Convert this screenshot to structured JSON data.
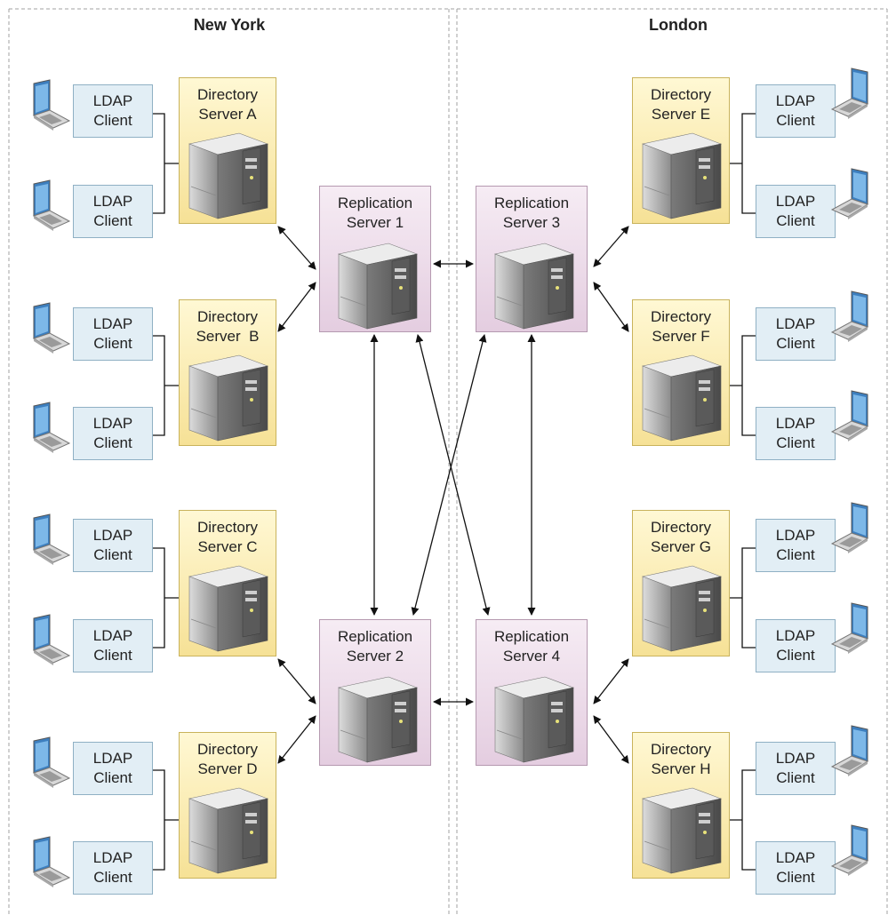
{
  "regions": {
    "left_title": "New York",
    "right_title": "London"
  },
  "directory_servers": {
    "a": [
      "Directory",
      "Server A"
    ],
    "b": [
      "Directory",
      "Server  B"
    ],
    "c": [
      "Directory",
      "Server C"
    ],
    "d": [
      "Directory",
      "Server D"
    ],
    "e": [
      "Directory",
      "Server E"
    ],
    "f": [
      "Directory",
      "Server F"
    ],
    "g": [
      "Directory",
      "Server G"
    ],
    "h": [
      "Directory",
      "Server H"
    ]
  },
  "replication_servers": {
    "r1": [
      "Replication",
      "Server 1"
    ],
    "r2": [
      "Replication",
      "Server 2"
    ],
    "r3": [
      "Replication",
      "Server 3"
    ],
    "r4": [
      "Replication",
      "Server 4"
    ]
  },
  "client_label": [
    "LDAP",
    "Client"
  ],
  "colors": {
    "directory_fill": "#f6e196",
    "replication_fill": "#e4cde0",
    "client_fill": "#e2eef5",
    "divider": "#a0a0a0",
    "laptop_screen": "#5ea0d8"
  }
}
